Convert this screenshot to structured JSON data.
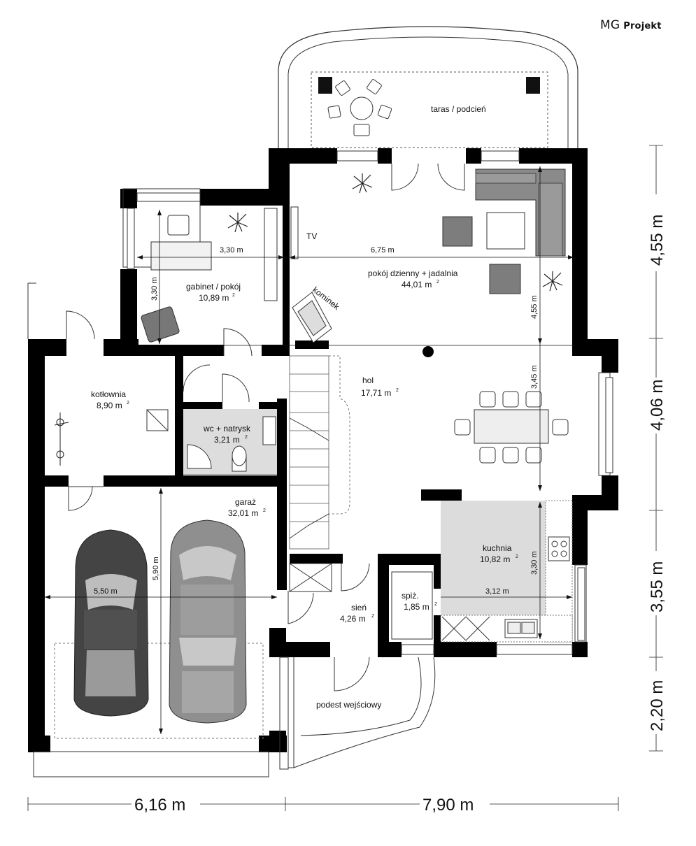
{
  "brand": {
    "mg": "MG",
    "projekt": "Projekt"
  },
  "rooms": {
    "taras": {
      "name": "taras / podcień"
    },
    "tv": {
      "name": "TV"
    },
    "pokoj": {
      "name": "pokój dzienny + jadalnia",
      "area": "44,01 m",
      "dim_w": "6,75 m",
      "dim_h": "4,55 m"
    },
    "gabinet": {
      "name": "gabinet / pokój",
      "area": "10,89 m",
      "dim_w": "3,30 m",
      "dim_h": "3,30 m"
    },
    "kominek": {
      "name": "kominek"
    },
    "kotlownia": {
      "name": "kotłownia",
      "area": "8,90 m"
    },
    "wc": {
      "name": "wc + natrysk",
      "area": "3,21 m"
    },
    "hol": {
      "name": "hol",
      "area": "17,71 m",
      "dim_h": "3,45 m"
    },
    "garaz": {
      "name": "garaż",
      "area": "32,01 m",
      "dim_w": "5,50 m",
      "dim_h": "5,90 m"
    },
    "kuchnia": {
      "name": "kuchnia",
      "area": "10,82 m",
      "dim_w": "3,12 m",
      "dim_h": "3,30 m"
    },
    "spiz": {
      "name": "spiż.",
      "area": "1,85 m"
    },
    "sien": {
      "name": "sień",
      "area": "4,26 m"
    },
    "podest": {
      "name": "podest wejściowy"
    }
  },
  "sup": "2",
  "outer_dims": {
    "bottom_left": "6,16 m",
    "bottom_right": "7,90 m",
    "right_1": "4,55 m",
    "right_2": "4,06 m",
    "right_3": "3,55 m",
    "right_4": "2,20 m"
  }
}
